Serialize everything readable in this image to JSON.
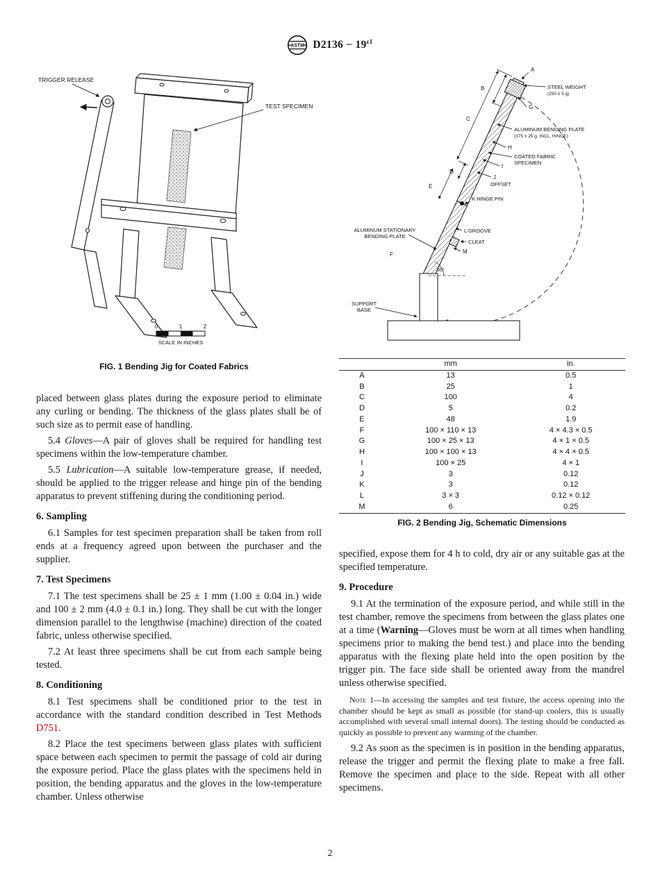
{
  "header": {
    "logo_text": "ASTM",
    "doc_number": "D2136 − 19",
    "doc_sup": "ε1"
  },
  "fig1": {
    "trigger_release": "TRIGGER RELEASE",
    "test_specimen": "TEST SPECIMEN",
    "scale_ticks": [
      "0",
      "1",
      "2"
    ],
    "scale_label": "SCALE IN INCHES",
    "caption": "FIG. 1  Bending Jig for Coated Fabrics"
  },
  "fig2": {
    "steel_weight": "STEEL WEIGHT",
    "steel_weight_sub": "(250 ± 5 g)",
    "bending_plate": "ALUMINUM BENDING PLATE",
    "bending_plate_sub": "(375 ± 25 g. INCL. HINGE)",
    "coated_fabric_1": "COATED FABRIC",
    "coated_fabric_2": "SPECIMEN",
    "offset": "OFFSET",
    "hinge_pin": "K HINGE PIN",
    "groove": "L GROOVE",
    "cleat": "CLEAT",
    "stationary_1": "ALUMINUM STATIONARY",
    "stationary_2": "BENDING PLATE",
    "support_1": "SUPPORT",
    "support_2": "BASE",
    "angle": "60°",
    "dim_a": "A",
    "dim_b": "B",
    "dim_c": "C",
    "dim_d": "D",
    "dim_e": "E",
    "dim_f": "F",
    "dim_g": "G",
    "dim_h": "H",
    "dim_i": "I",
    "dim_j": "J",
    "dim_m": "M",
    "caption": "FIG. 2  Bending Jig, Schematic Dimensions",
    "table": {
      "headers": [
        "",
        "mm",
        "in."
      ],
      "rows": [
        [
          "A",
          "13",
          "0.5"
        ],
        [
          "B",
          "25",
          "1"
        ],
        [
          "C",
          "100",
          "4"
        ],
        [
          "D",
          "5",
          "0.2"
        ],
        [
          "E",
          "48",
          "1.9"
        ],
        [
          "F",
          "100 × 110 × 13",
          "4 × 4.3 × 0.5"
        ],
        [
          "G",
          "100 × 25 × 13",
          "4 × 1 × 0.5"
        ],
        [
          "H",
          "100 × 100 × 13",
          "4 × 4 × 0.5"
        ],
        [
          "I",
          "100 × 25",
          "4 × 1"
        ],
        [
          "J",
          "3",
          "0.12"
        ],
        [
          "K",
          "3",
          "0.12"
        ],
        [
          "L",
          "3 × 3",
          "0.12 × 0.12"
        ],
        [
          "M",
          "6",
          "0.25"
        ]
      ]
    }
  },
  "left_column": {
    "intro": "placed between glass plates during the exposure period to eliminate any curling or bending. The thickness of the glass plates shall be of such size as to permit ease of handling.",
    "s54_num": "5.4 ",
    "s54_term": "Gloves",
    "s54_text": "—A pair of gloves shall be required for handling test specimens within the low-temperature chamber.",
    "s55_num": "5.5 ",
    "s55_term": "Lubrication",
    "s55_text": "—A suitable low-temperature grease, if needed, should be applied to the trigger release and hinge pin of the bending apparatus to prevent stiffening during the conditioning period.",
    "h6": "6. Sampling",
    "s61": "6.1 Samples for test specimen preparation shall be taken from roll ends at a frequency agreed upon between the purchaser and the supplier.",
    "h7": "7. Test Specimens",
    "s71": "7.1 The test specimens shall be 25 ± 1 mm (1.00 ± 0.04 in.) wide and 100 ± 2 mm (4.0 ± 0.1 in.) long. They shall be cut with the longer dimension parallel to the lengthwise (machine) direction of the coated fabric, unless otherwise specified.",
    "s72": "7.2 At least three specimens shall be cut from each sample being tested.",
    "h8": "8. Conditioning",
    "s81_text": "8.1 Test specimens shall be conditioned prior to the test in accordance with the standard condition described in Test Methods ",
    "s81_link": "D751",
    "s81_end": ".",
    "s82": "8.2 Place the test specimens between glass plates with sufficient space between each specimen to permit the passage of cold air during the exposure period. Place the glass plates with the specimens held in position, the bending apparatus and the gloves in the low-temperature chamber. Unless otherwise"
  },
  "right_column": {
    "cont": "specified, expose them for 4 h to cold, dry air or any suitable gas at the specified temperature.",
    "h9": "9. Procedure",
    "s91_a": "9.1 At the termination of the exposure period, and while still in the test chamber, remove the specimens from between the glass plates one at a time (",
    "s91_warn": "Warning",
    "s91_b": "—Gloves must be worn at all times when handling specimens prior to making the bend test.) and place into the bending apparatus with the flexing plate held into the open position by the trigger pin. The face side shall be oriented away from the mandrel unless otherwise specified.",
    "note_label": "Note 1—",
    "note_text": "In accessing the samples and test fixture, the access opening into the chamber should be kept as small as possible (for stand-up coolers, this is usually accomplished with several small internal doors). The testing should be conducted as quickly as possible to prevent any warming of the chamber.",
    "s92": "9.2 As soon as the specimen is in position in the bending apparatus, release the trigger and permit the flexing plate to make a free fall. Remove the specimen and place to the side. Repeat with all other specimens."
  },
  "footer": {
    "page_number": "2"
  },
  "colors": {
    "link": "#c00000",
    "ink": "#111111"
  }
}
